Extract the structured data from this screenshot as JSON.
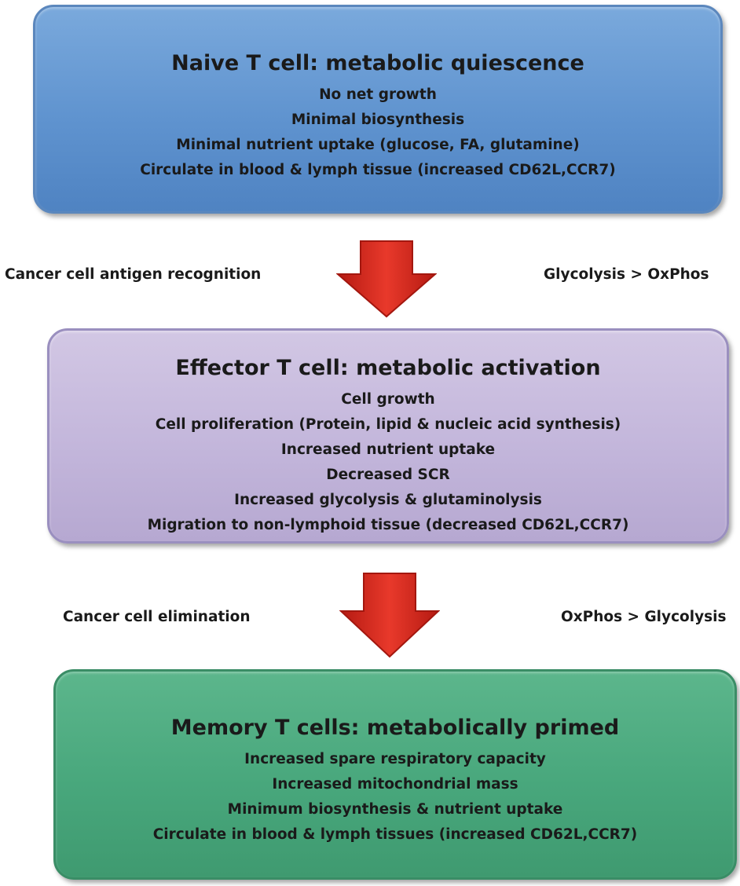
{
  "naive": {
    "title": "Naive T cell: metabolic quiescence",
    "lines": [
      "No net growth",
      "Minimal biosynthesis",
      "Minimal nutrient uptake (glucose, FA, glutamine)",
      "Circulate in blood & lymph tissue (increased CD62L,CCR7)"
    ]
  },
  "transition1": {
    "left_label": "Cancer cell antigen recognition",
    "right_label": "Glycolysis > OxPhos"
  },
  "effector": {
    "title": "Effector T cell: metabolic activation",
    "lines": [
      "Cell growth",
      "Cell proliferation (Protein, lipid & nucleic acid synthesis)",
      "Increased nutrient uptake",
      "Decreased SCR",
      "Increased glycolysis & glutaminolysis",
      "Migration to non-lymphoid tissue (decreased CD62L,CCR7)"
    ]
  },
  "transition2": {
    "left_label": "Cancer cell elimination",
    "right_label": "OxPhos > Glycolysis"
  },
  "memory": {
    "title": "Memory T cells: metabolically primed",
    "lines": [
      "Increased spare respiratory capacity",
      "Increased mitochondrial mass",
      "Minimum biosynthesis & nutrient uptake",
      "Circulate in blood & lymph tissues (increased CD62L,CCR7)"
    ]
  },
  "colors": {
    "naive_box": "#5f93cf",
    "effector_box": "#c3b6db",
    "memory_box": "#48a77c",
    "arrow": "#d92b1f"
  }
}
